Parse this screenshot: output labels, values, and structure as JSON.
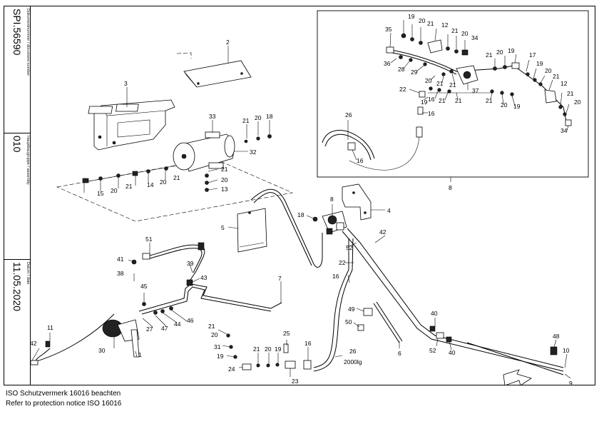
{
  "titleblock": {
    "document_number": "SPI.56590",
    "document_number_label": "Dokumentnummer / document number",
    "assembly": "010",
    "assembly_label": "Hauptbaugruppe / assembly",
    "date": "11.05.2020",
    "date_label": "Datum / date"
  },
  "notice": {
    "line1": "ISO Schutzvermerk 16016 beachten",
    "line2": "Refer to protection notice ISO 16016"
  },
  "labels": {
    "p1": "1",
    "p2": "2",
    "p3": "3",
    "p4": "4",
    "p5": "5",
    "p6": "6",
    "p7": "7",
    "p8": "8",
    "p9": "9",
    "p10": "10",
    "p11": "11",
    "p12": "12",
    "p13": "13",
    "p14": "14",
    "p15": "15",
    "p16": "16",
    "p17": "17",
    "p18": "18",
    "p19": "19",
    "p20": "20",
    "p21": "21",
    "p22": "22",
    "p23": "23",
    "p24": "24",
    "p25": "25",
    "p26": "26",
    "p27": "27",
    "p28": "28",
    "p29": "29",
    "p30": "30",
    "p31": "31",
    "p32": "32",
    "p33": "33",
    "p34": "34",
    "p35": "35",
    "p36": "36",
    "p37": "37",
    "p38": "38",
    "p39": "39",
    "p40": "40",
    "p41": "41",
    "p42": "42",
    "p43": "43",
    "p44": "44",
    "p45": "45",
    "p46": "46",
    "p47": "47",
    "p48": "48",
    "p49": "49",
    "p50": "50",
    "p51": "51",
    "p52": "52",
    "hose_length": "2000lg"
  }
}
